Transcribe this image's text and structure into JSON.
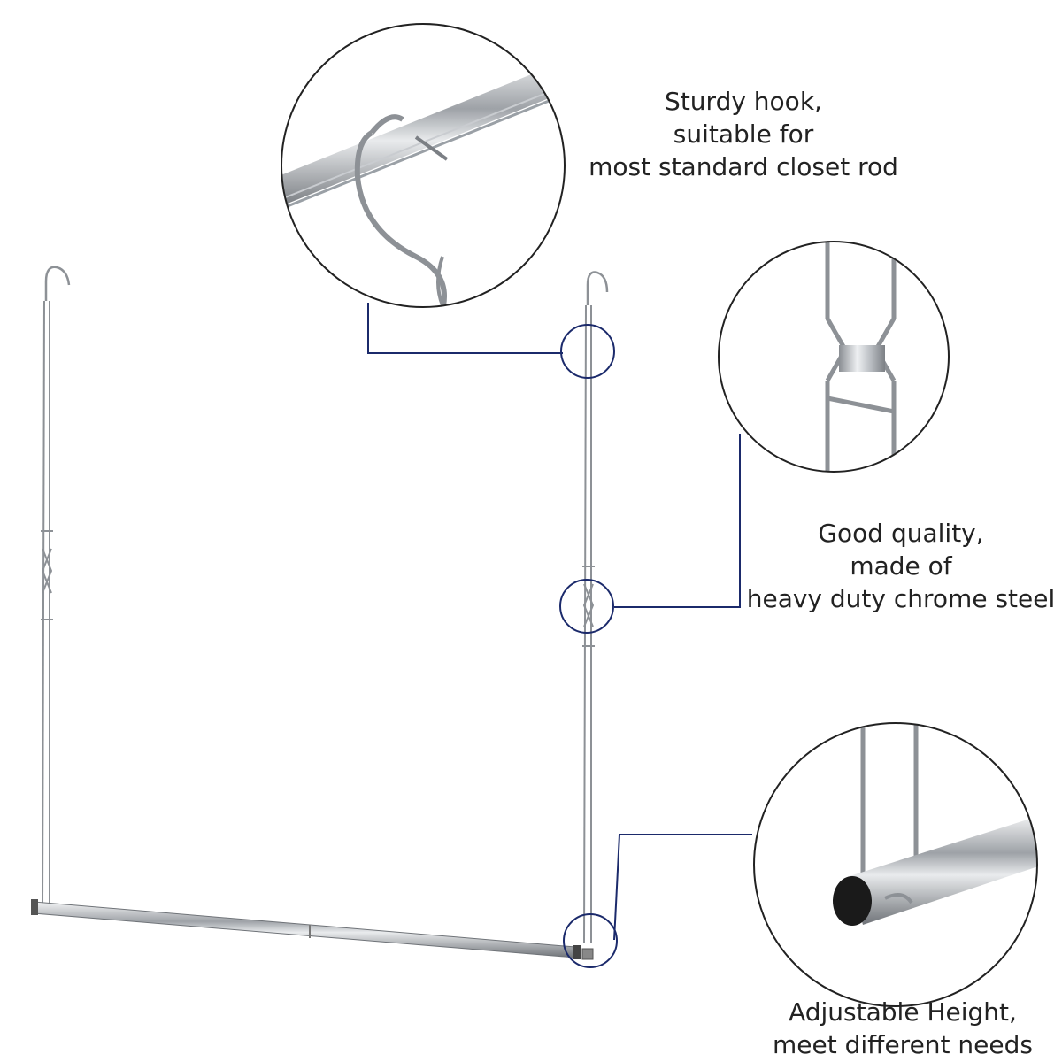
{
  "callouts": {
    "hook": {
      "lines": [
        "Sturdy hook,",
        "suitable for",
        "most standard closet rod"
      ]
    },
    "steel": {
      "lines": [
        "Good quality,",
        "made of",
        "heavy duty chrome steel"
      ]
    },
    "height": {
      "lines": [
        "Adjustable Height,",
        "meet different needs"
      ]
    }
  },
  "colors": {
    "callout_line": "#1b2a6b",
    "circle_outline": "#222222",
    "chrome": "#9a9ea4"
  }
}
